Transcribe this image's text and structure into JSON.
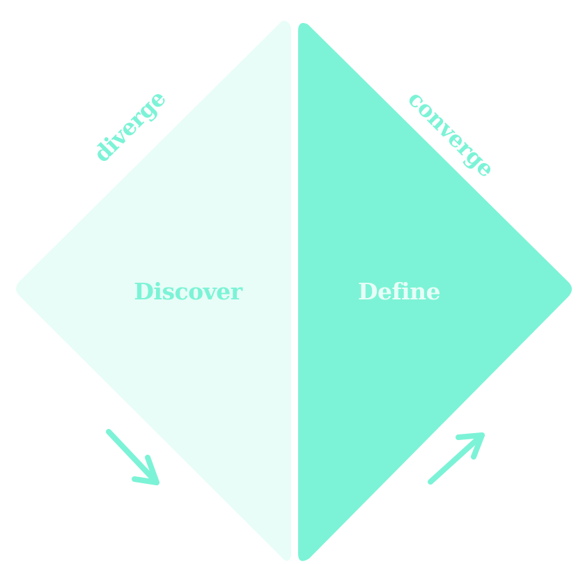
{
  "colors": {
    "left_half": "#e8fdf7",
    "right_half": "#7cf3d6",
    "accent": "#7cf3d6",
    "white_text": "#e8fdf7"
  },
  "diagram": {
    "left_phase": {
      "label": "Discover"
    },
    "right_phase": {
      "label": "Define"
    },
    "left_process": {
      "label": "diverge"
    },
    "right_process": {
      "label": "converge"
    }
  },
  "icons": {
    "left_arrow": "arrow-down-right-icon",
    "right_arrow": "arrow-up-right-icon"
  }
}
